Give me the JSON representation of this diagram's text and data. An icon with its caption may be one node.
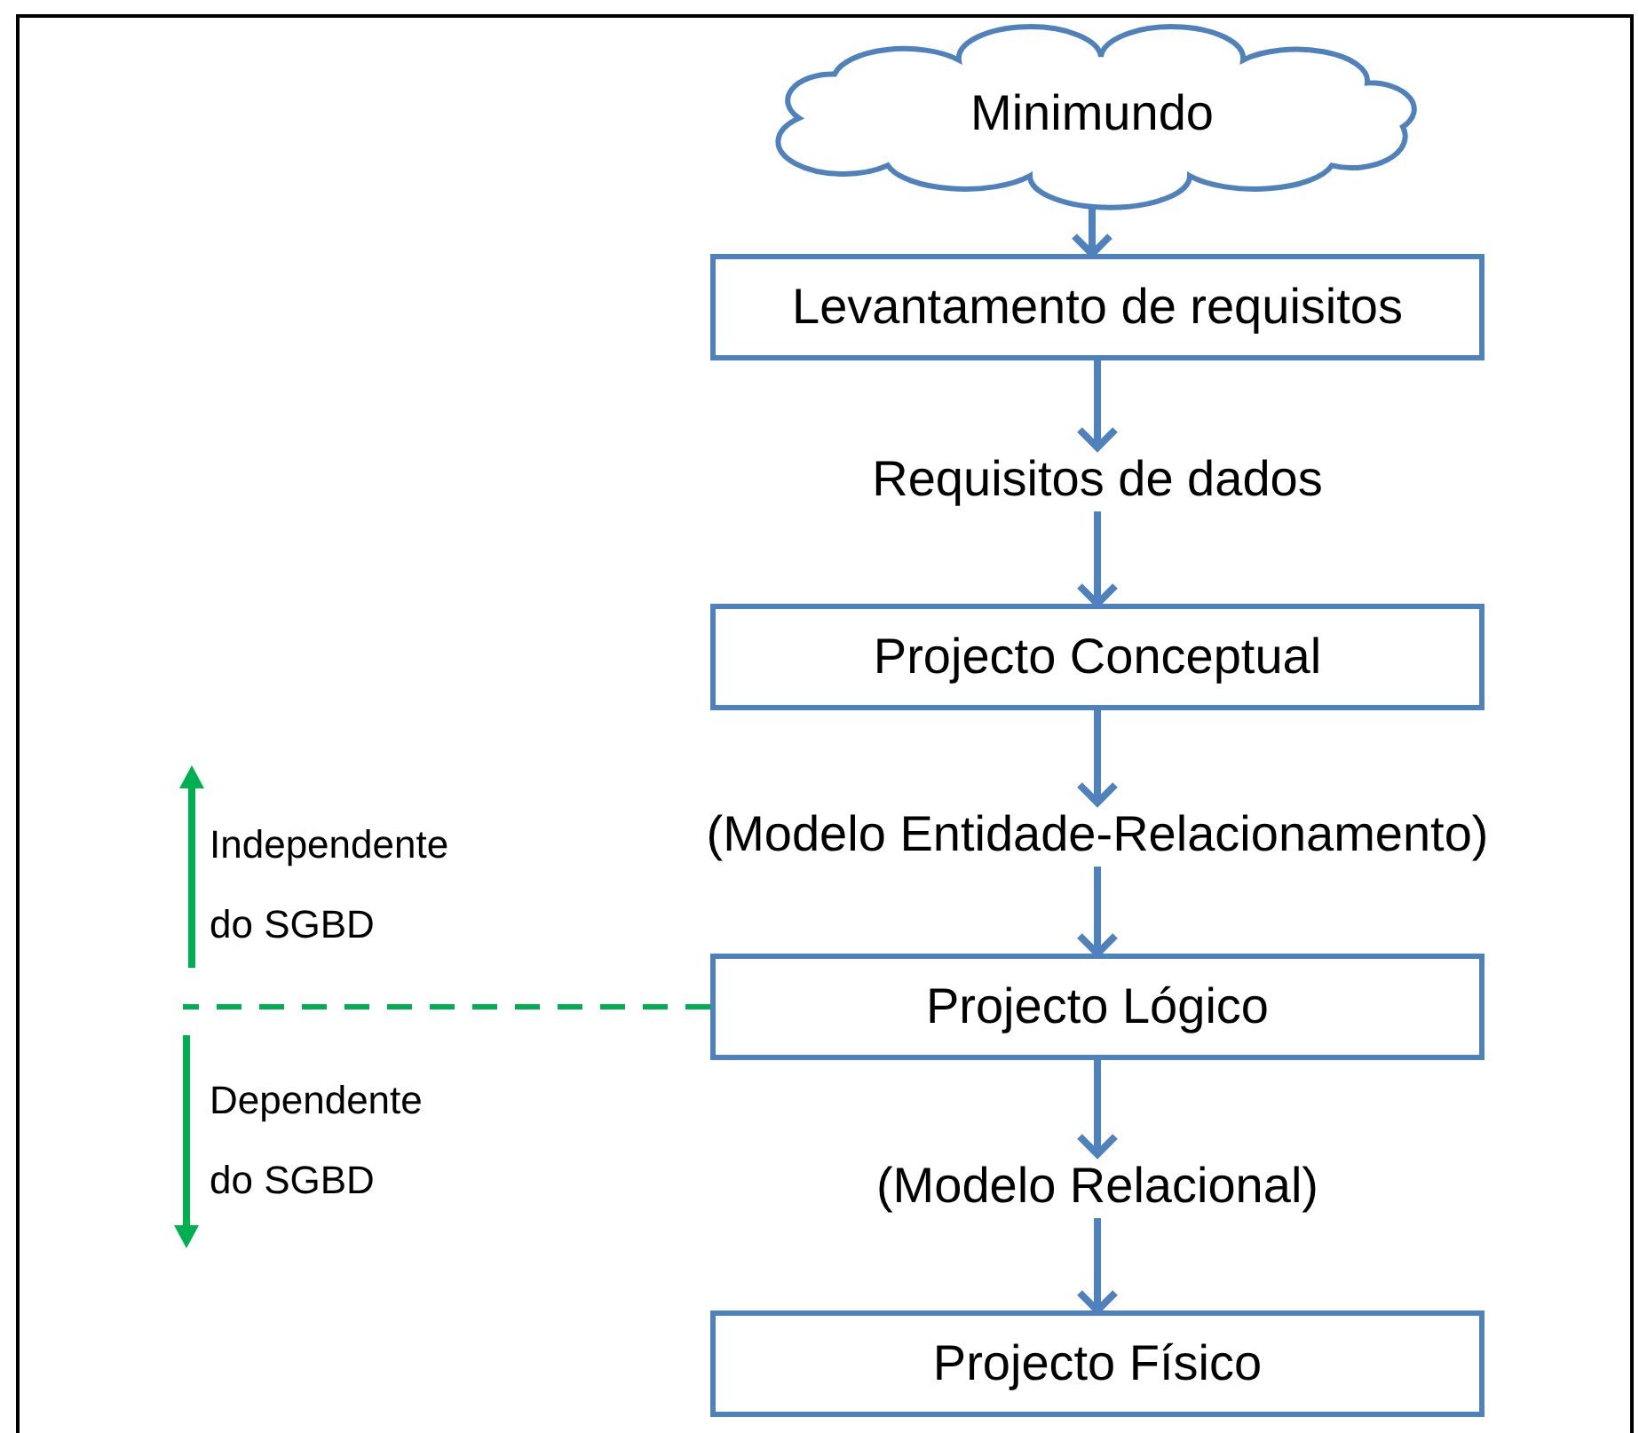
{
  "diagram": {
    "nodes": [
      {
        "text": [
          "Minimundo"
        ]
      },
      {
        "text": [
          "Levantamento de requisitos"
        ]
      },
      {
        "text": [
          "Requisitos de dados"
        ]
      },
      {
        "text": [
          "Projecto Conceptual"
        ]
      },
      {
        "text": [
          "(Modelo Entidade-Relacionamento)"
        ]
      },
      {
        "text": [
          "Projecto Lógico"
        ]
      },
      {
        "text": [
          "(Modelo Relacional)"
        ]
      },
      {
        "text": [
          "Projecto Físico"
        ]
      }
    ],
    "edges": [
      {
        "from": 0,
        "to": 1,
        "arrow": "to"
      },
      {
        "from": 1,
        "to": 2,
        "arrow": "to"
      },
      {
        "from": 2,
        "to": 3,
        "arrow": "to"
      },
      {
        "from": 3,
        "to": 4,
        "arrow": "to"
      },
      {
        "from": 4,
        "to": 5,
        "arrow": "to"
      },
      {
        "from": 5,
        "to": 6,
        "arrow": "to"
      },
      {
        "from": 6,
        "to": 7,
        "arrow": "to"
      },
      {
        "from": 5,
        "to": null,
        "arrow": "none",
        "style": "dashed",
        "color": "#00b050"
      }
    ],
    "labels": [
      "Independente do SGBD",
      "Dependente do SGBD"
    ]
  }
}
